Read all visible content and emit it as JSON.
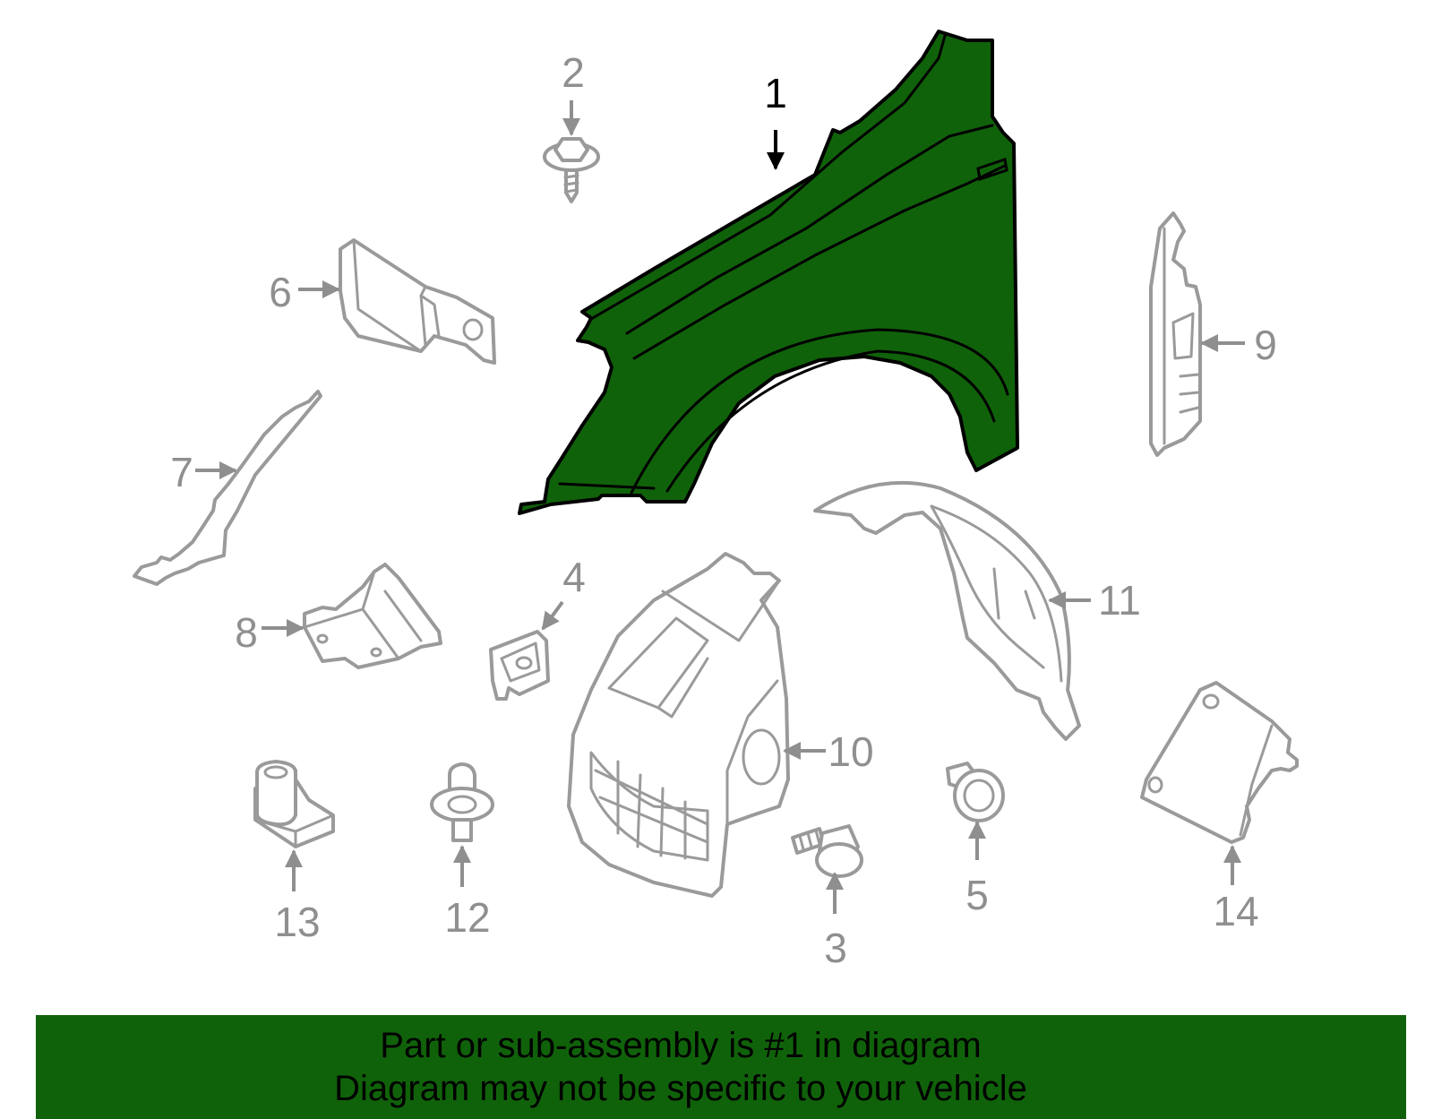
{
  "diagram": {
    "highlight_color": "#10620a",
    "parts": [
      {
        "id": "1",
        "label": "1",
        "highlighted": true
      },
      {
        "id": "2",
        "label": "2"
      },
      {
        "id": "3",
        "label": "3"
      },
      {
        "id": "4",
        "label": "4"
      },
      {
        "id": "5",
        "label": "5"
      },
      {
        "id": "6",
        "label": "6"
      },
      {
        "id": "7",
        "label": "7"
      },
      {
        "id": "8",
        "label": "8"
      },
      {
        "id": "9",
        "label": "9"
      },
      {
        "id": "10",
        "label": "10"
      },
      {
        "id": "11",
        "label": "11"
      },
      {
        "id": "12",
        "label": "12"
      },
      {
        "id": "13",
        "label": "13"
      },
      {
        "id": "14",
        "label": "14"
      }
    ]
  },
  "banner": {
    "line1": "Part or sub-assembly is #1 in diagram",
    "line2": "Diagram may not be specific to your vehicle",
    "background": "#10620a"
  }
}
